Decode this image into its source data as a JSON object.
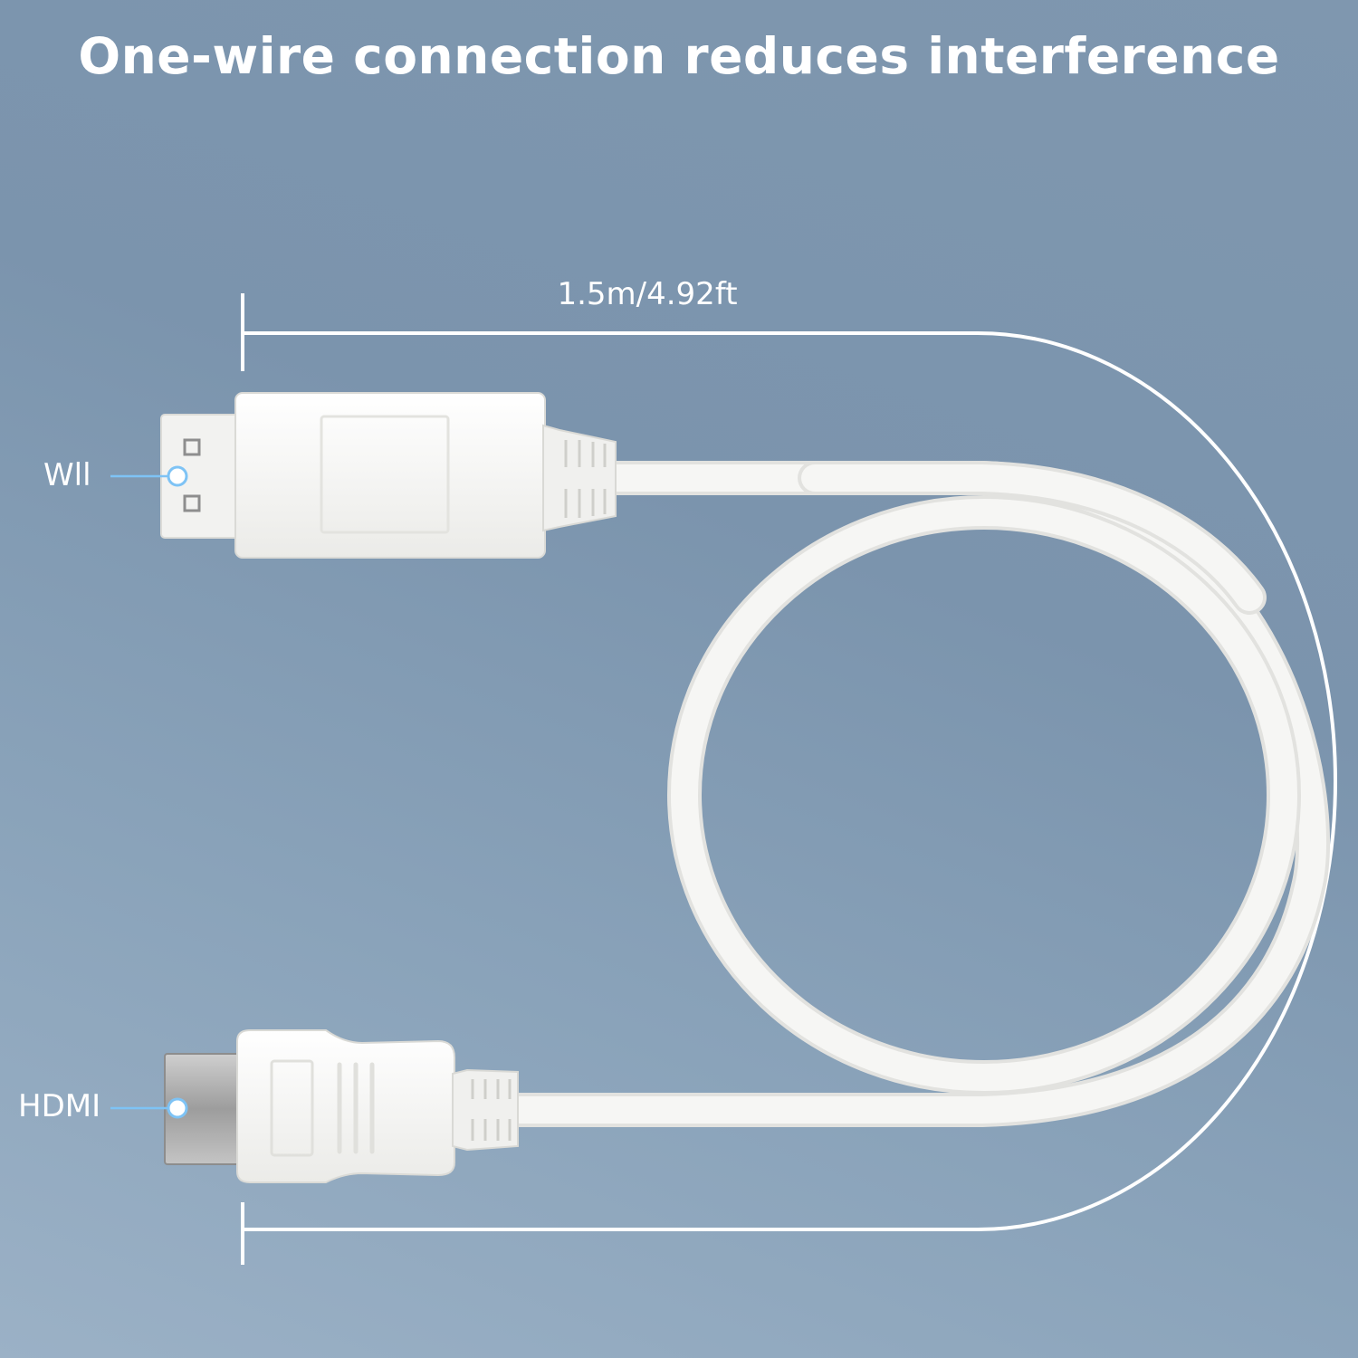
{
  "headline": "One-wire connection reduces interference",
  "cable": {
    "length_label": "1.5m/4.92ft",
    "ports": {
      "top": "Wll",
      "bottom": "HDMI"
    }
  },
  "colors": {
    "background": "#7f97af",
    "cable": "#f5f5f3",
    "text": "#ffffff",
    "callout": "#7ec3f5"
  }
}
